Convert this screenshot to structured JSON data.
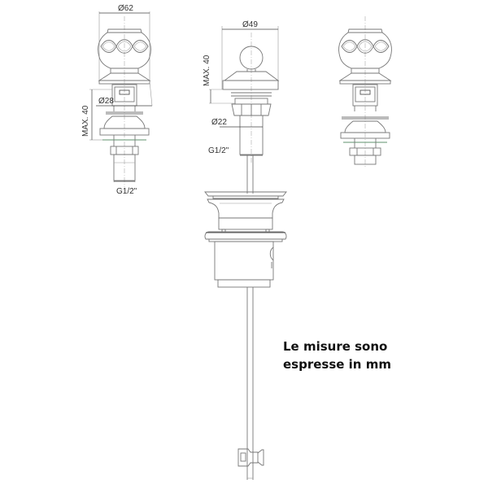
{
  "drawing": {
    "type": "technical-drawing",
    "subject": "bidet mixer set: two handles and central spout with pop-up waste",
    "views": [
      {
        "id": "left-handle",
        "dimensions": {
          "top_diameter": "Ø62",
          "height": "MAX. 40",
          "shank_diameter": "Ø28",
          "thread": "G1/2\""
        }
      },
      {
        "id": "center-spout",
        "dimensions": {
          "top_diameter": "Ø49",
          "height": "MAX. 40",
          "shank_diameter": "Ø22",
          "thread": "G1/2\""
        }
      },
      {
        "id": "right-handle",
        "dimensions": {}
      },
      {
        "id": "pop-up-waste",
        "dimensions": {}
      }
    ],
    "note": {
      "line1": "Le misure sono",
      "line2": "espresse in mm"
    }
  },
  "colors": {
    "line": "#777777",
    "dimension": "#444444",
    "text": "#111111",
    "seal_green": "#7fa88a"
  }
}
